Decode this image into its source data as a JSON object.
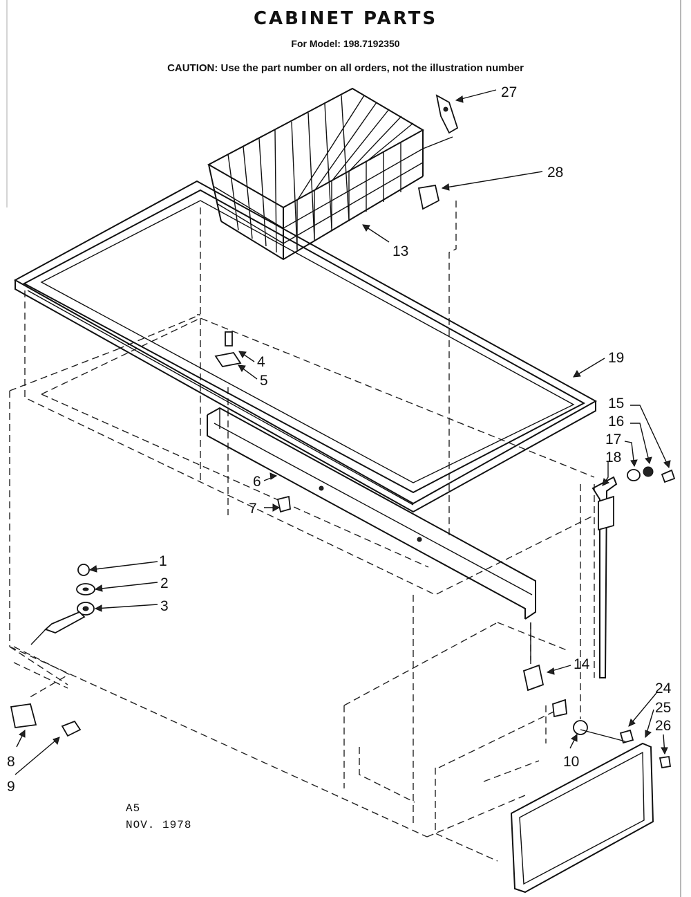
{
  "header": {
    "title": "CABINET PARTS",
    "model": "For Model: 198.7192350",
    "caution": "CAUTION: Use the part number on all orders, not the illustration number"
  },
  "footer": {
    "code": "A5",
    "date": "NOV. 1978"
  },
  "callouts": [
    "1",
    "2",
    "3",
    "4",
    "5",
    "6",
    "7",
    "8",
    "9",
    "10",
    "13",
    "14",
    "15",
    "16",
    "17",
    "18",
    "19",
    "24",
    "25",
    "26",
    "27",
    "28"
  ]
}
